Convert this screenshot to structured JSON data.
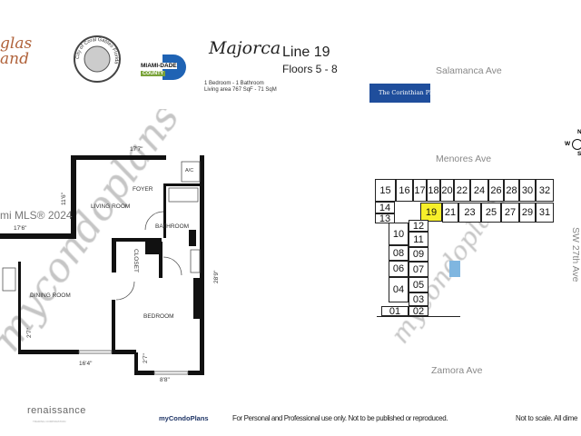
{
  "header": {
    "logo_left_text": "glas\nand",
    "seal_text": "City of Coral Gables Florida",
    "county_logo_top": "MIAMI-DADE",
    "county_logo_bottom": "COUNTY",
    "building_name": "Majorca",
    "line": "Line 19",
    "floors": "Floors 5 - 8",
    "unit_type": "1 Bedroom - 1 Bathroom",
    "living_area": "Living area   767 SqF - 71 SqM"
  },
  "floorplan": {
    "rooms": {
      "foyer": "FOYER",
      "living": "LIVING ROOM",
      "bathroom": "BATHROOM",
      "closet": "CLOSET",
      "dining": "DINING ROOM",
      "bedroom": "BEDROOM",
      "ac": "A/C"
    },
    "dimensions": {
      "top": "17'7\"",
      "living_h": "11'6\"",
      "living_w": "17'6\"",
      "right": "28'9\"",
      "dining_small": "2'7\"",
      "dining_w": "16'4\"",
      "bed_small": "2'7\"",
      "bed_w": "8'8\""
    },
    "mls_watermark": "mi MLS® 2024",
    "watermark": "mycondoplans"
  },
  "site": {
    "streets": {
      "north": "Salamanca Ave",
      "middle": "Menores Ave",
      "south": "Zamora Ave",
      "east": "SW 27th Ave"
    },
    "neighbor_badge": "The Corinthian Plaza",
    "compass": {
      "n": "N",
      "w": "W",
      "s": "S"
    },
    "highlight_color": "#f7ef2a",
    "pool_color": "#7fb6e0",
    "units": [
      "15",
      "16",
      "17",
      "18",
      "20",
      "22",
      "24",
      "26",
      "28",
      "30",
      "32",
      "14",
      "13",
      "19",
      "21",
      "23",
      "25",
      "27",
      "29",
      "31",
      "12",
      "11",
      "09",
      "07",
      "05",
      "03",
      "02",
      "10",
      "08",
      "06",
      "04",
      "01"
    ],
    "highlighted_unit": "19"
  },
  "footer": {
    "company_logo": "renaissance",
    "company_sub": "TRADING CORPORATION",
    "brand": "myCondoPlans",
    "disclaimer": "For Personal and Professional use only.  Not to be published or reproduced.",
    "scale_note": "Not to scale.  All dime"
  }
}
